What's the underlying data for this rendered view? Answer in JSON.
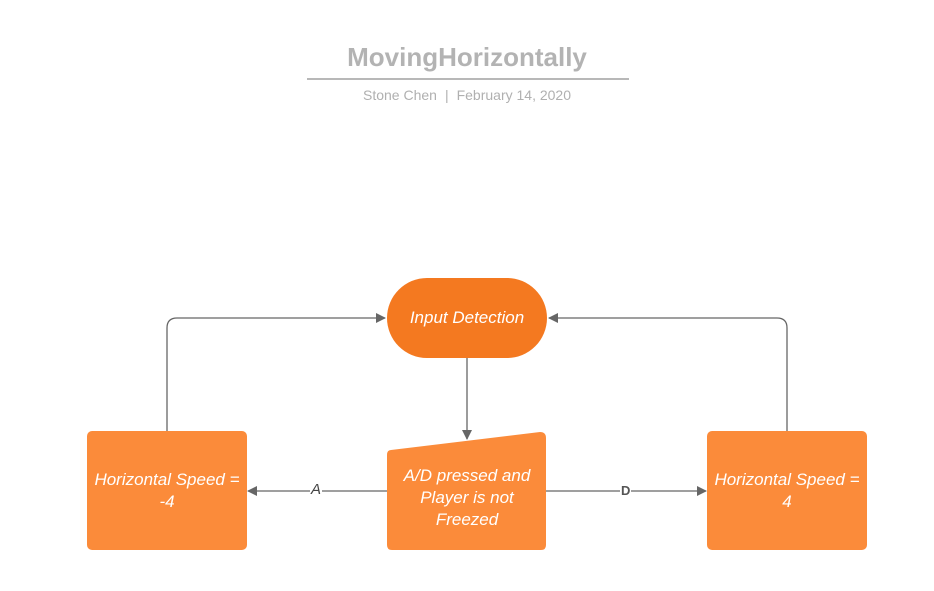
{
  "header": {
    "title": "MovingHorizontally",
    "author": "Stone Chen",
    "separator": "|",
    "date": "February 14, 2020"
  },
  "diagram": {
    "colors": {
      "terminal_fill": "#f47920",
      "box_fill": "#fb8b3a",
      "edge": "#666666"
    },
    "nodes": {
      "input_detection": "Input Detection",
      "condition": "A/D pressed and Player is not Freezed",
      "speed_left": "Horizontal Speed = -4",
      "speed_right": "Horizontal Speed = 4"
    },
    "edges": {
      "left_label": "A",
      "right_label": "D"
    }
  }
}
